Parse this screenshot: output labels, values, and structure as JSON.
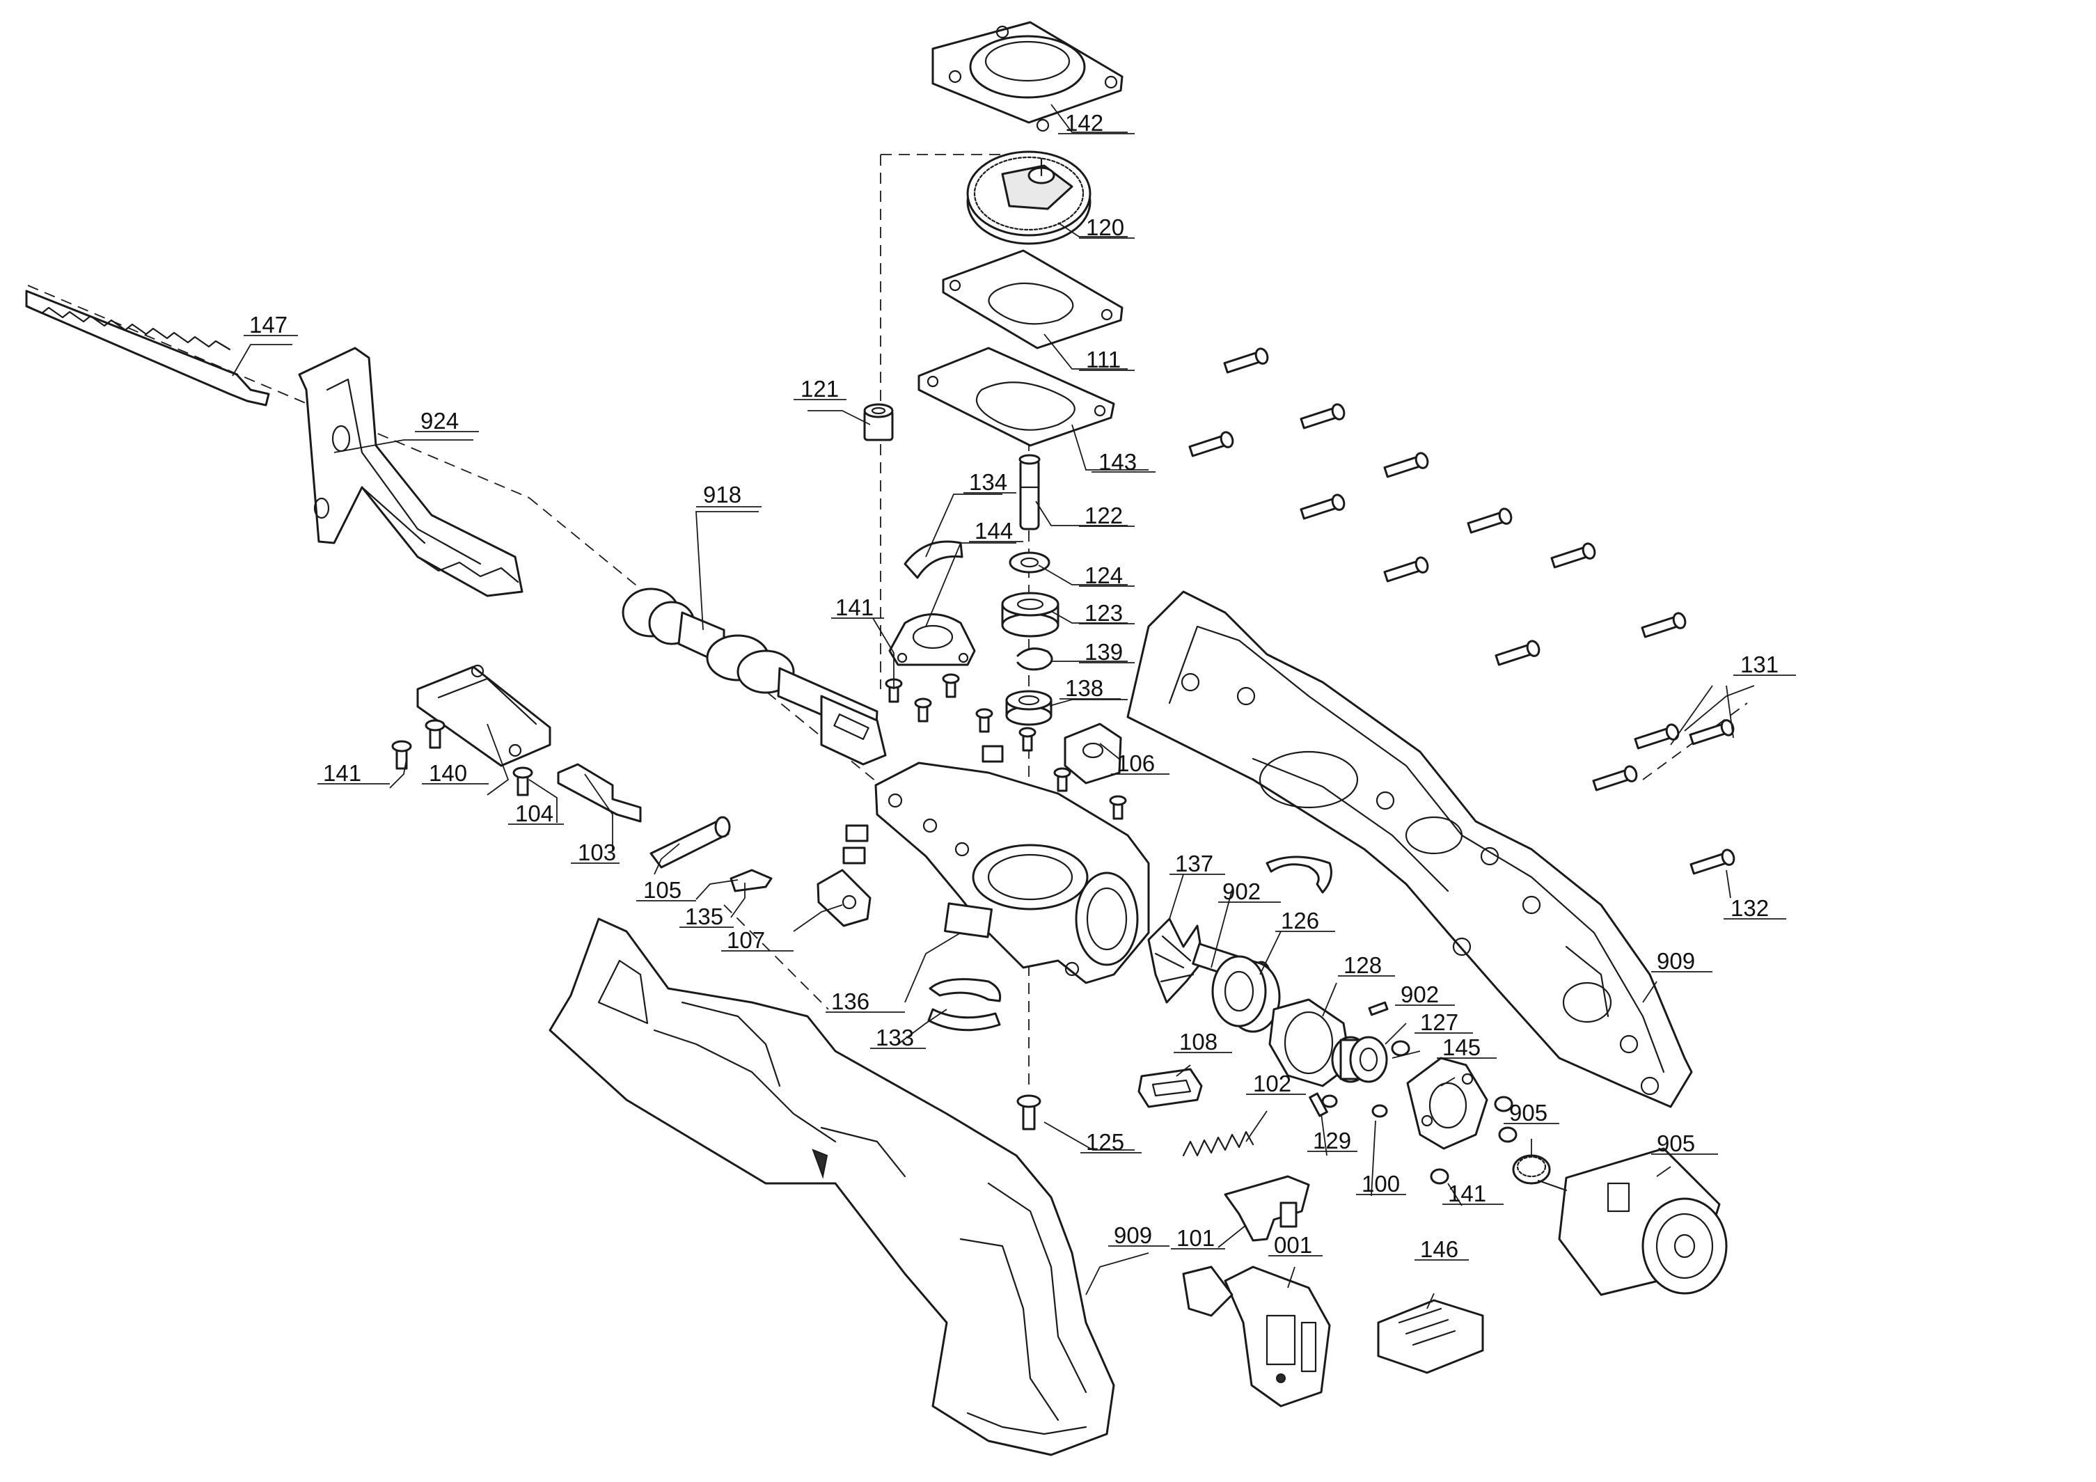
{
  "title": "Reciprocating saw exploded parts diagram",
  "callouts": {
    "c142": "142",
    "c120": "120",
    "c111": "111",
    "c143": "143",
    "c121": "121",
    "c147": "147",
    "c924": "924",
    "c918": "918",
    "c134": "134",
    "c144": "144",
    "c122": "122",
    "c124": "124",
    "c123": "123",
    "c139": "139",
    "c138": "138",
    "c141a": "141",
    "c141b": "141",
    "c141c": "141",
    "c140": "140",
    "c104": "104",
    "c103": "103",
    "c105": "105",
    "c135": "135",
    "c107": "107",
    "c106": "106",
    "c137": "137",
    "c902a": "902",
    "c902b": "902",
    "c126": "126",
    "c136": "136",
    "c133": "133",
    "c128": "128",
    "c127": "127",
    "c145": "145",
    "c108": "108",
    "c102": "102",
    "c129": "129",
    "c100": "100",
    "c905a": "905",
    "c905b": "905",
    "c125": "125",
    "c101": "101",
    "c001": "001",
    "c146": "146",
    "c909a": "909",
    "c909b": "909",
    "c131": "131",
    "c132": "132"
  }
}
